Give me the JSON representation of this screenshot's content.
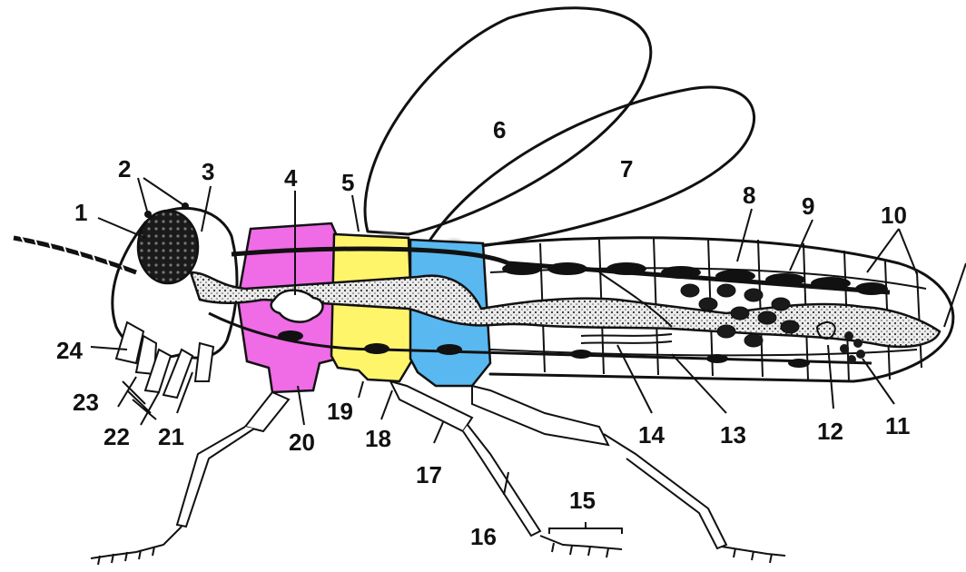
{
  "diagram": {
    "colors": {
      "prothorax": "#f06be6",
      "mesothorax": "#fff56a",
      "metathorax": "#5ab8f0",
      "line": "#111111",
      "stipple": "#d9d9d9"
    },
    "labels": [
      "1",
      "2",
      "3",
      "4",
      "5",
      "6",
      "7",
      "8",
      "9",
      "10",
      "11",
      "12",
      "13",
      "14",
      "15",
      "16",
      "17",
      "18",
      "19",
      "20",
      "21",
      "22",
      "23",
      "24"
    ]
  }
}
